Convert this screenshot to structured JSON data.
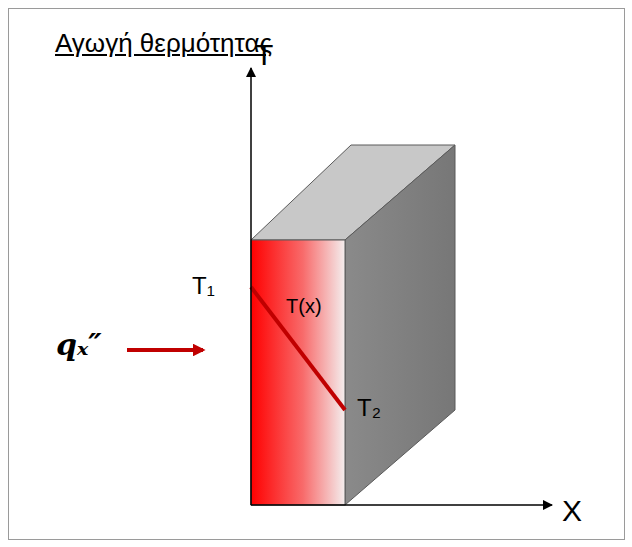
{
  "diagram": {
    "title": "Αγωγή θερμότητας",
    "labels": [
      "T",
      "T₁",
      "T(x)",
      "T₂",
      "qₓ″",
      "X"
    ]
  }
}
